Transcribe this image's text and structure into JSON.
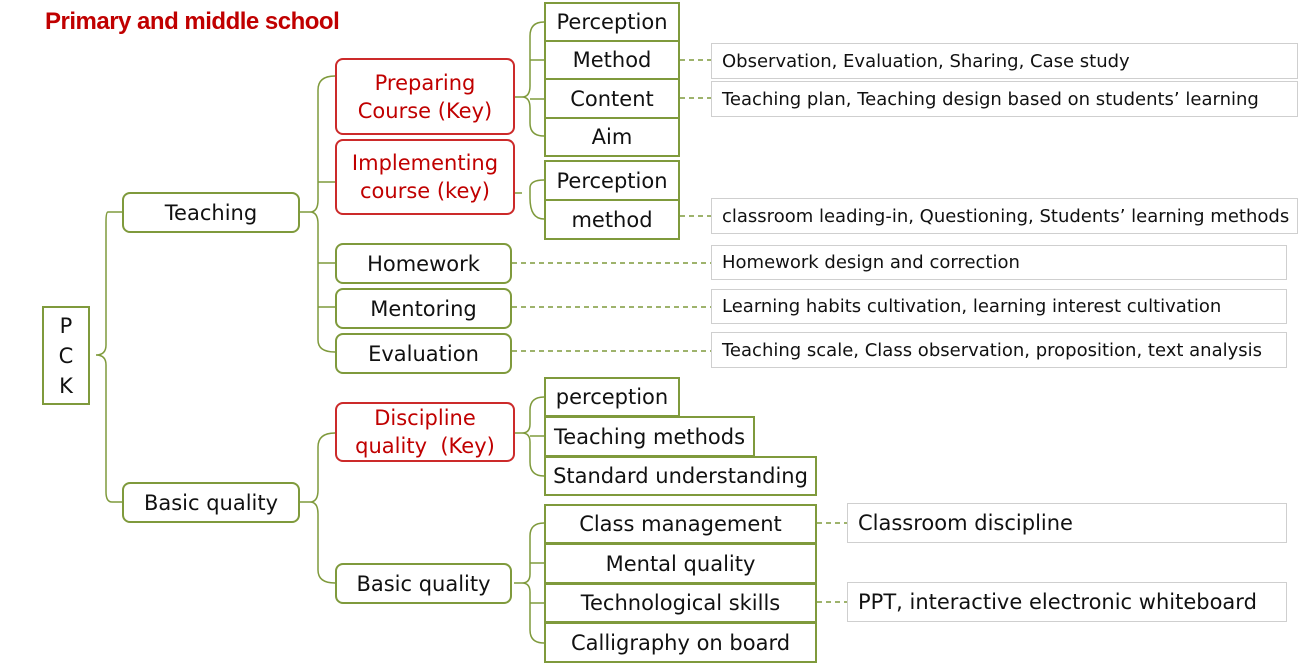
{
  "title": "Primary and middle school",
  "root": [
    "P",
    "C",
    "K"
  ],
  "level1": {
    "teaching": "Teaching",
    "basic_quality": "Basic quality"
  },
  "teaching": {
    "preparing": [
      "Preparing",
      "Course (Key)"
    ],
    "implementing": [
      "Implementing",
      "course (key)"
    ],
    "homework": "Homework",
    "mentoring": "Mentoring",
    "evaluation": "Evaluation",
    "preparing_items": [
      "Perception",
      "Method",
      "Content",
      "Aim"
    ],
    "implementing_items": [
      "Perception",
      "method"
    ]
  },
  "basic": {
    "discipline": [
      "Discipline",
      "quality  (Key)"
    ],
    "basic_quality": "Basic quality",
    "discipline_items": [
      "perception",
      "Teaching methods",
      "Standard understanding"
    ],
    "basic_items": [
      "Class management",
      "Mental quality",
      "Technological skills",
      "Calligraphy on board"
    ]
  },
  "notes": {
    "method": "Observation, Evaluation, Sharing, Case study",
    "content": "Teaching plan, Teaching design based on students’ learning",
    "impl_method": "classroom leading-in, Questioning, Students’ learning methods",
    "homework": "Homework design and correction",
    "mentoring": "Learning habits cultivation, learning interest cultivation",
    "evaluation": "Teaching scale, Class observation, proposition, text analysis",
    "class_management": "Classroom discipline",
    "tech_skills": "PPT, interactive electronic whiteboard"
  },
  "colors": {
    "title": "#c00000",
    "branch": "#7f9a3c",
    "key": "#cc2a2a",
    "note_border": "#cfcfcf"
  }
}
